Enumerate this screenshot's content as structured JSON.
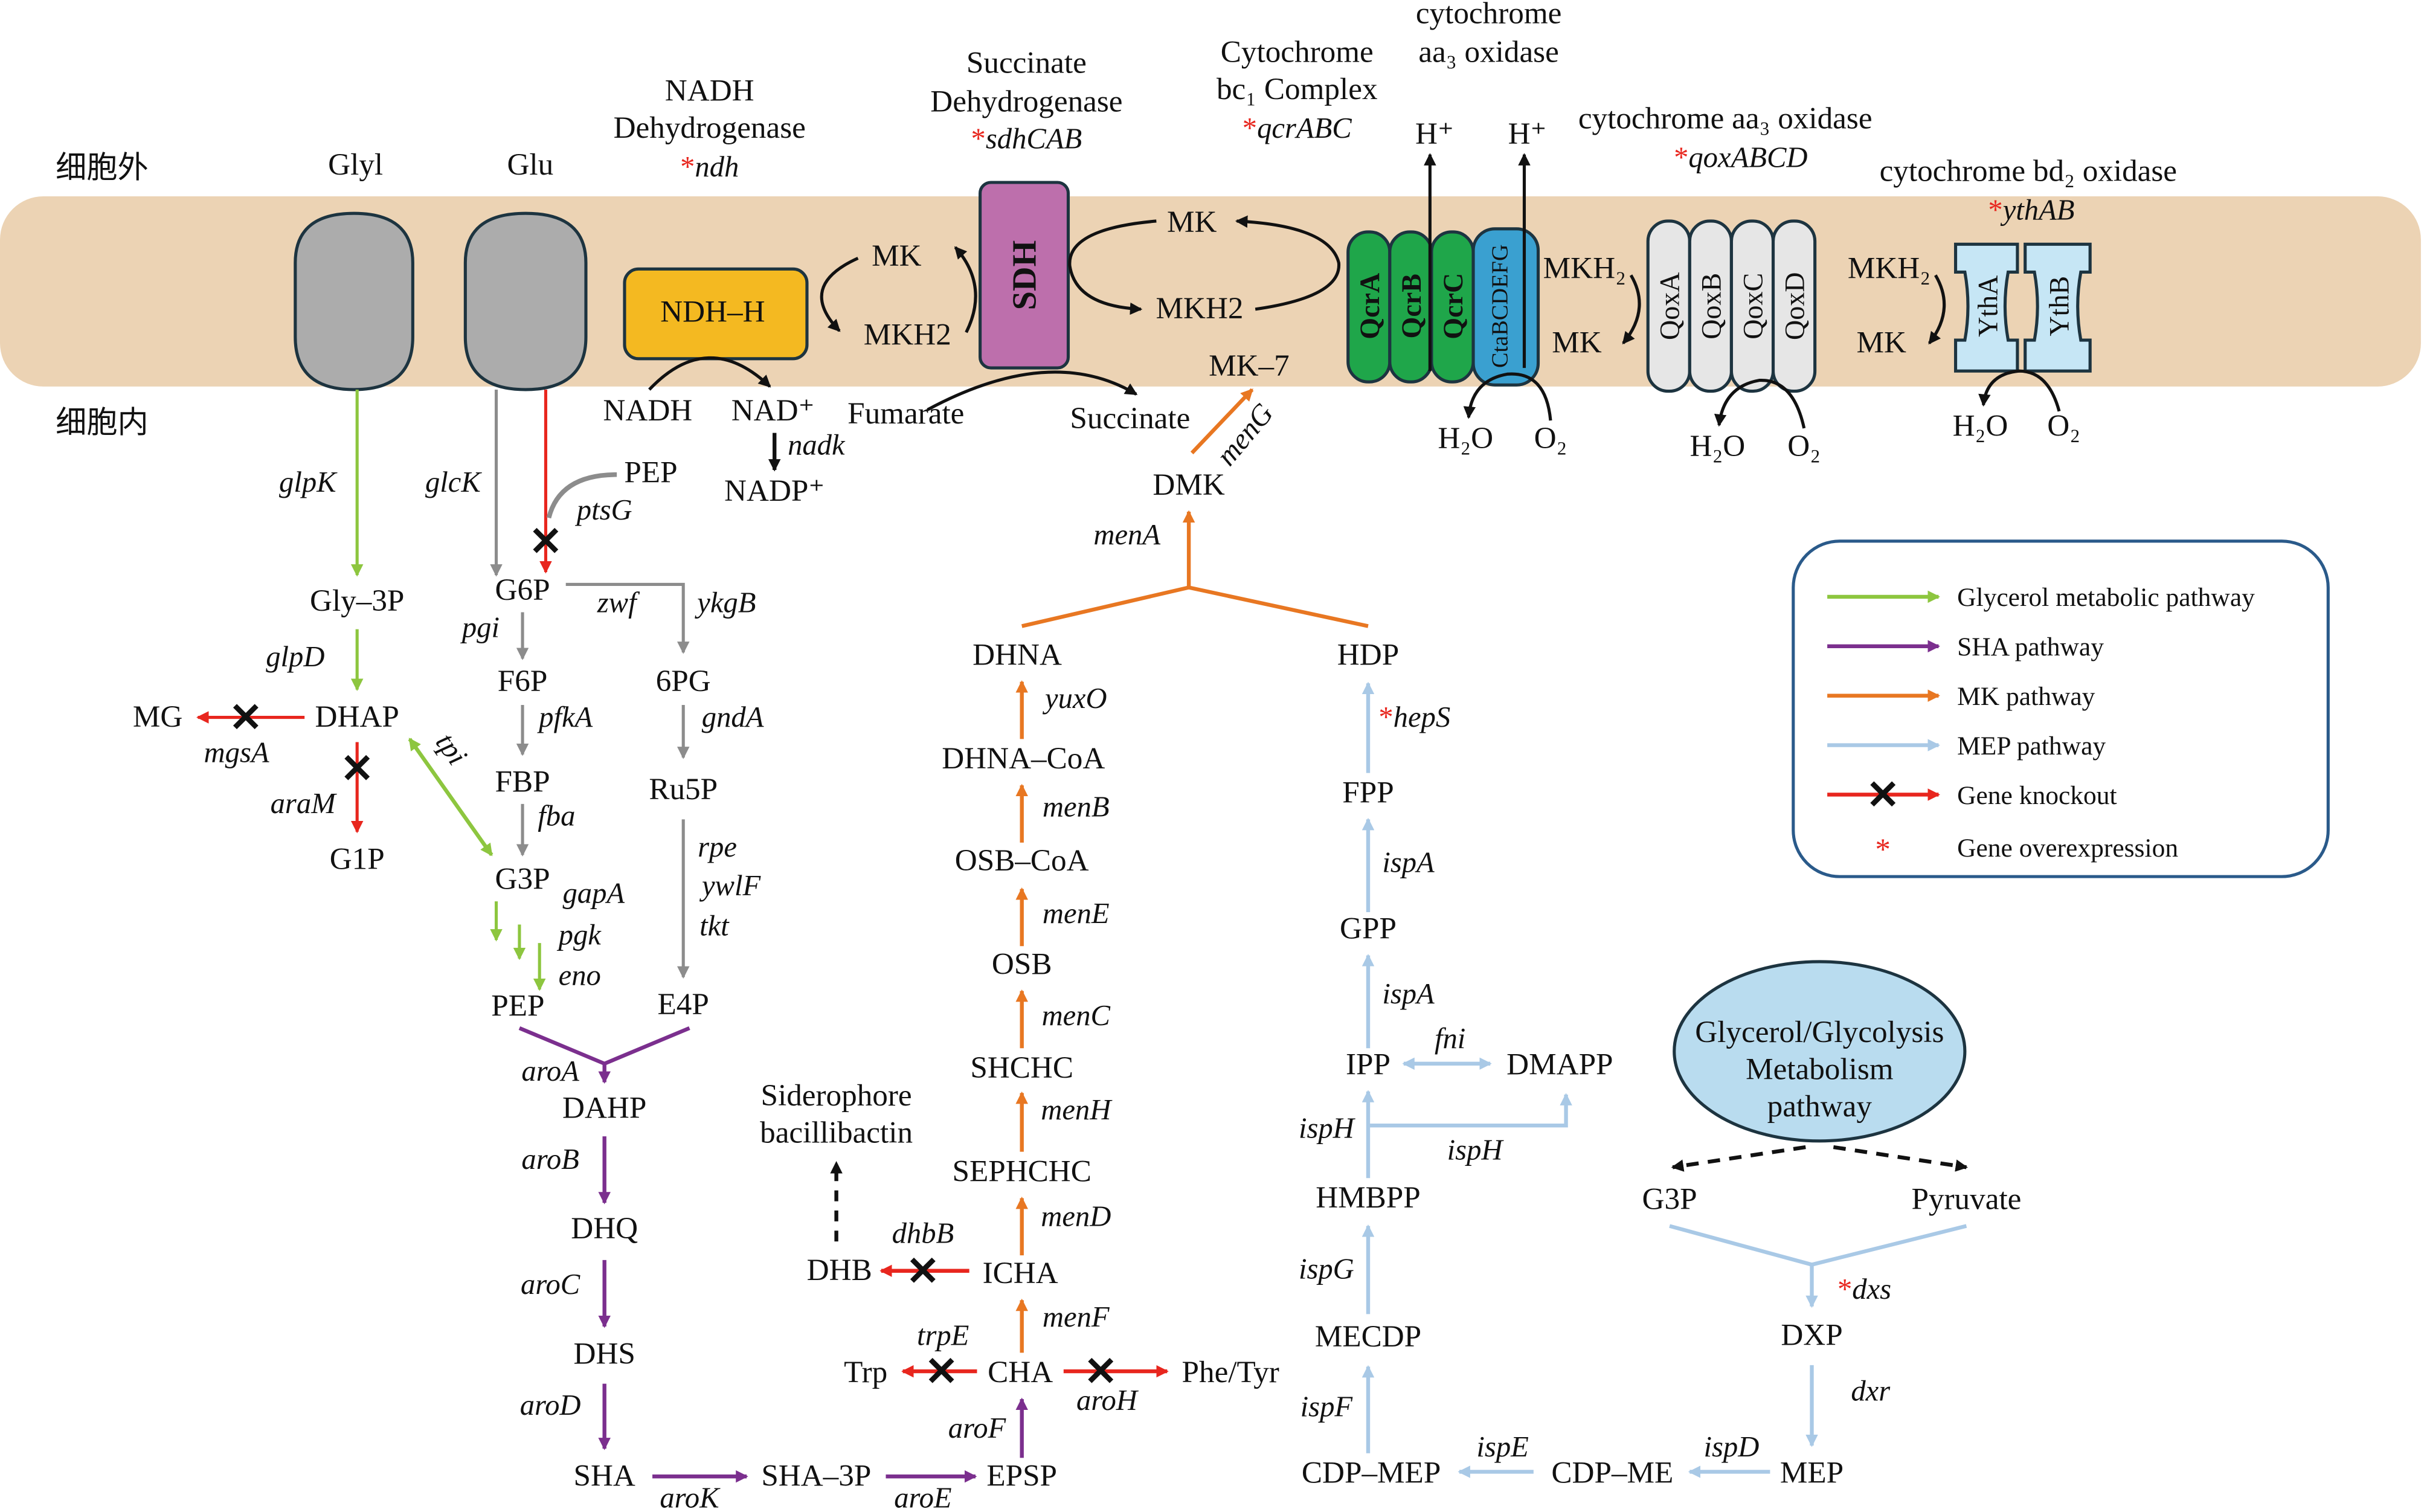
{
  "regions": {
    "outside": "细胞外",
    "inside": "细胞内"
  },
  "overexpression_mark": "*",
  "colors": {
    "membrane": "#ecd3b4",
    "glycerol": "#8dc63f",
    "sha": "#7b2f8e",
    "mk": "#e87722",
    "mep": "#a9c9e6",
    "knockout": "#e8261e",
    "glycolysis": "#8c8c8c",
    "ndh": "#f4b921",
    "sdh": "#bd6fac",
    "qcr": "#1fa64a",
    "cta": "#3aa0d0",
    "qox": "#e6e6e6",
    "yth": "#c6e6f5",
    "ellipse": "#b9dcef"
  },
  "transporters": {
    "glyl": "Glyl",
    "glu": "Glu"
  },
  "complexes": {
    "ndh": {
      "title": [
        "NADH",
        "Dehydrogenase"
      ],
      "gene": "ndh",
      "label": "NDH–H"
    },
    "sdh": {
      "title": [
        "Succinate",
        "Dehydrogenase"
      ],
      "gene": "sdhCAB",
      "label": "SDH"
    },
    "qcr": {
      "title": [
        "Cytochrome",
        "bc₁ Complex"
      ],
      "gene": "qcrABC",
      "subunits": [
        "QcrA",
        "QcrB",
        "QcrC"
      ]
    },
    "cta": {
      "title": [
        "cytochrome",
        "aa₃ oxidase"
      ],
      "label": "CtaBCDEFG"
    },
    "qox": {
      "title": "cytochrome aa₃ oxidase",
      "gene": "qoxABCD",
      "subunits": [
        "QoxA",
        "QoxB",
        "QoxC",
        "QoxD"
      ]
    },
    "yth": {
      "title": "cytochrome bd₂ oxidase",
      "gene": "ythAB",
      "subunits": [
        "YthA",
        "YthB"
      ]
    }
  },
  "membrane_labels": {
    "mk_ndh": "MK",
    "mkh2_ndh": "MKH2",
    "mk_sdh": "MK",
    "mkh2_sdh": "MKH2",
    "mkh2_qox": "MKH₂",
    "mk_qox": "MK",
    "mkh2_yth": "MKH₂",
    "mk_yth": "MK",
    "h_plus": "H⁺",
    "h2o": "H₂O",
    "o2": "O₂"
  },
  "metabolites": {
    "nadh": "NADH",
    "nad": "NAD⁺",
    "nadp": "NADP⁺",
    "fumarate": "Fumarate",
    "succinate": "Succinate",
    "mk7": "MK–7",
    "dmk": "DMK",
    "pep_in": "PEP",
    "gly3p": "Gly–3P",
    "g6p": "G6P",
    "f6p": "F6P",
    "pg6": "6PG",
    "mg": "MG",
    "dhap": "DHAP",
    "fbp": "FBP",
    "ru5p": "Ru5P",
    "g1p": "G1P",
    "g3p": "G3P",
    "pep": "PEP",
    "e4p": "E4P",
    "dahp": "DAHP",
    "dhq": "DHQ",
    "dhs": "DHS",
    "sha": "SHA",
    "sha3p": "SHA–3P",
    "epsp": "EPSP",
    "cha": "CHA",
    "trp": "Trp",
    "phetyr": "Phe/Tyr",
    "icha": "ICHA",
    "dhb": "DHB",
    "siderophore": [
      "Siderophore",
      "bacillibactin"
    ],
    "sephchc": "SEPHCHC",
    "shchc": "SHCHC",
    "osb": "OSB",
    "osbcoa": "OSB–CoA",
    "dhnacoa": "DHNA–CoA",
    "dhna": "DHNA",
    "hdp": "HDP",
    "fpp": "FPP",
    "gpp": "GPP",
    "ipp": "IPP",
    "dmapp": "DMAPP",
    "hmbpp": "HMBPP",
    "mecdp": "MECDP",
    "cdpmep": "CDP–MEP",
    "cdpme": "CDP–ME",
    "mep": "MEP",
    "dxp": "DXP",
    "g3p_mep": "G3P",
    "pyruvate": "Pyruvate"
  },
  "genes": {
    "nadk": "nadk",
    "meng": "menG",
    "mena": "menA",
    "glpk": "glpK",
    "glck": "glcK",
    "ptsg": "ptsG",
    "glpd": "glpD",
    "pgi": "pgi",
    "zwf": "zwf",
    "ykgb": "ykgB",
    "mgsa": "mgsA",
    "pfka": "pfkA",
    "gnda": "gndA",
    "aram": "araM",
    "tpi": "tpi",
    "fba": "fba",
    "gapa": "gapA",
    "rpe": "rpe",
    "ywlf": "ywlF",
    "tkt": "tkt",
    "pgk": "pgk",
    "eno": "eno",
    "aroa": "aroA",
    "arob": "aroB",
    "aroc": "aroC",
    "arod": "aroD",
    "arok": "aroK",
    "aroe": "aroE",
    "arof": "aroF",
    "aroh": "aroH",
    "trpe": "trpE",
    "dhbb": "dhbB",
    "menf": "menF",
    "mend": "menD",
    "menh": "menH",
    "menc": "menC",
    "mene": "menE",
    "menb": "menB",
    "yuxo": "yuxO",
    "heps": "hepS",
    "ispa1": "ispA",
    "ispa2": "ispA",
    "fni": "fni",
    "isph1": "ispH",
    "isph2": "ispH",
    "ispg": "ispG",
    "ispf": "ispF",
    "ispe": "ispE",
    "ispd": "ispD",
    "dxr": "dxr",
    "dxs": "dxs"
  },
  "ellipse": [
    "Glycerol/Glycolysis",
    "Metabolism",
    "pathway"
  ],
  "legend": [
    {
      "label": "Glycerol metabolic pathway",
      "color": "#8dc63f"
    },
    {
      "label": "SHA pathway",
      "color": "#7b2f8e"
    },
    {
      "label": "MK pathway",
      "color": "#e87722"
    },
    {
      "label": "MEP pathway",
      "color": "#a9c9e6"
    },
    {
      "label": "Gene knockout",
      "color": "#e8261e"
    },
    {
      "label": "Gene overexpression",
      "color": "#e8261e"
    }
  ]
}
